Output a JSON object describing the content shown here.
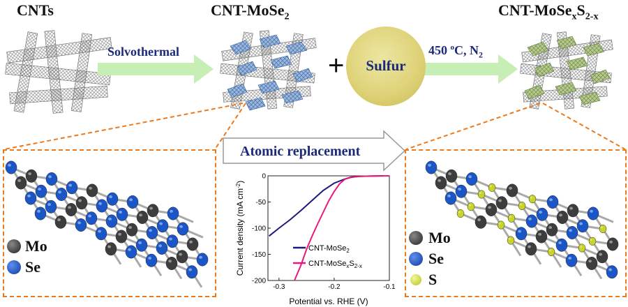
{
  "titles": {
    "cnts": "CNTs",
    "cnt_mose2": {
      "base": "CNT-MoSe",
      "sub": "2"
    },
    "cnt_mosexs": {
      "base": "CNT-MoSe",
      "sub1": "x",
      "mid": "S",
      "sub2": "2-x"
    }
  },
  "steps": {
    "solvothermal": "Solvothermal",
    "plus": "+",
    "sulfur": "Sulfur",
    "condition": {
      "temp": "450 ",
      "sup": "o",
      "rest": "C, N",
      "sub": "2"
    },
    "replacement": "Atomic replacement"
  },
  "legend_left": [
    {
      "label": "Mo",
      "color": "#3a3a3a"
    },
    {
      "label": "Se",
      "color": "#1a56c8"
    }
  ],
  "legend_right": [
    {
      "label": "Mo",
      "color": "#3a3a3a"
    },
    {
      "label": "Se",
      "color": "#1a56c8"
    },
    {
      "label": "S",
      "color": "#c8d42a"
    }
  ],
  "colors": {
    "accent": "#ec7a1c",
    "arrow": "#b9e9a6",
    "navy": "#1b2a7a",
    "sulfur": "#e2d87a"
  },
  "chart_data": {
    "type": "line",
    "xlabel": "Potential vs. RHE (V)",
    "ylabel": "Current density (mA cm",
    "ylabel_sup": "-2",
    "ylabel_end": ")",
    "xlim": [
      -0.32,
      -0.1
    ],
    "ylim": [
      -200,
      0
    ],
    "xticks": [
      "-0.3",
      "-0.2",
      "-0.1"
    ],
    "xtick_values": [
      -0.3,
      -0.2,
      -0.1
    ],
    "yticks": [
      "0",
      "-50",
      "-100",
      "-150",
      "-200"
    ],
    "ytick_values": [
      0,
      -50,
      -100,
      -150,
      -200
    ],
    "series": [
      {
        "name": "CNT-MoSe",
        "sub1": "2",
        "mid": "",
        "sub2": "",
        "color": "#1a1a7a",
        "x": [
          -0.318,
          -0.3,
          -0.28,
          -0.26,
          -0.24,
          -0.22,
          -0.2,
          -0.18,
          -0.17,
          -0.16,
          -0.15,
          -0.13,
          -0.11
        ],
        "y": [
          -115,
          -100,
          -84,
          -66,
          -47,
          -28,
          -14,
          -6,
          -3,
          -1.5,
          -0.8,
          -0.3,
          0
        ]
      },
      {
        "name": "CNT-MoSe",
        "sub1": "x",
        "mid": "S",
        "sub2": "2-x",
        "color": "#e8197c",
        "x": [
          -0.272,
          -0.26,
          -0.25,
          -0.24,
          -0.23,
          -0.22,
          -0.21,
          -0.2,
          -0.19,
          -0.18,
          -0.17,
          -0.15,
          -0.12,
          -0.1
        ],
        "y": [
          -200,
          -170,
          -140,
          -115,
          -92,
          -70,
          -48,
          -30,
          -15,
          -6,
          -2.5,
          -0.8,
          -0.2,
          0
        ]
      }
    ]
  }
}
